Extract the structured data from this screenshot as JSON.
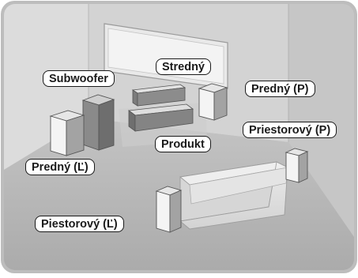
{
  "colors": {
    "frame": "#bcbcbc",
    "wall_left": "#dcdcdc",
    "wall_back": "#d4d4d4",
    "wall_right": "#c7c7c7",
    "floor": "#b6b6b6",
    "label_border": "#1a1a1a"
  },
  "labels": {
    "subwoofer": "Subwoofer",
    "center": "Stredný",
    "front_right": "Predný (P)",
    "surround_right": "Priestorový (P)",
    "product": "Produkt",
    "front_left": "Predný (Ľ)",
    "surround_left": "Piestorový (Ľ)"
  }
}
